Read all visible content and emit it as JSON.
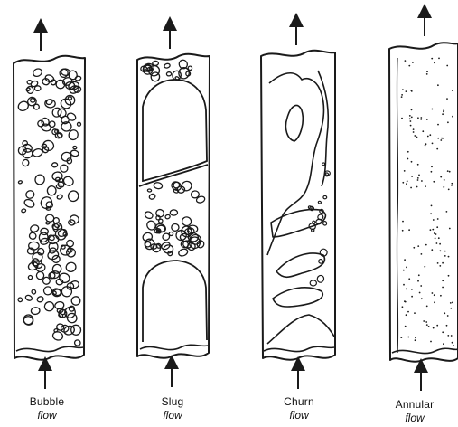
{
  "labels": [
    {
      "line1": "Bubble",
      "line2": "flow"
    },
    {
      "line1": "Slug",
      "line2": "flow"
    },
    {
      "line1": "Churn",
      "line2": "flow"
    },
    {
      "line1": "Annular",
      "line2": "flow"
    }
  ],
  "colors": {
    "ink": "#1a1a1a",
    "paper": "#ffffff"
  }
}
